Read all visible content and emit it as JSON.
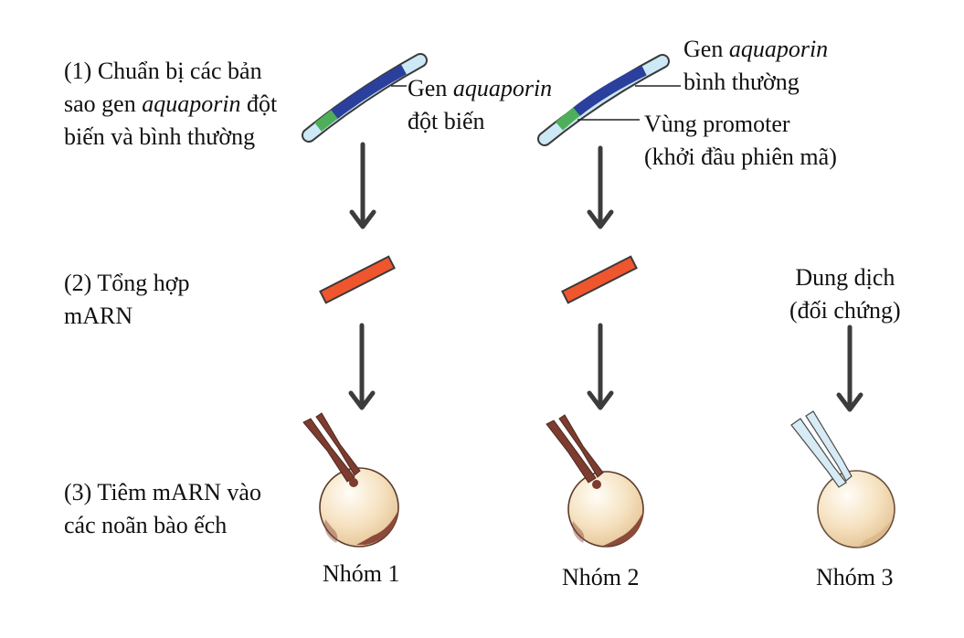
{
  "steps": {
    "s1": {
      "line1": "(1) Chuẩn bị các bản",
      "line2_pre": "sao gen ",
      "line2_em": "aquaporin",
      "line2_post": " đột",
      "line3": "biến và bình thường"
    },
    "s2": {
      "line1": "(2) Tổng hợp",
      "line2": "mARN"
    },
    "s3": {
      "line1": "(3) Tiêm mARN vào",
      "line2": "các noãn bào ếch"
    }
  },
  "labels": {
    "mutant_gene": {
      "prefix": "Gen ",
      "em": "aquaporin",
      "line2": "đột biến"
    },
    "normal_gene": {
      "prefix": "Gen ",
      "em": "aquaporin",
      "line2": "bình thường"
    },
    "promoter": {
      "line1": "Vùng promoter",
      "line2": "(khởi đầu phiên mã)"
    },
    "control": {
      "line1": "Dung dịch",
      "line2": "(đối chứng)"
    }
  },
  "groups": [
    "Nhóm 1",
    "Nhóm 2",
    "Nhóm 3"
  ],
  "colors": {
    "dna_outer": "#cde9f6",
    "dna_gene": "#2b3f9c",
    "dna_promoter": "#4fae5a",
    "mrna": "#f0562e",
    "arrow": "#3c3c3c",
    "egg": "#f4dcb6",
    "egg_dark": "#8c4a3b",
    "needle": "#7d3c2f",
    "pipette": "#d7ebf5"
  }
}
